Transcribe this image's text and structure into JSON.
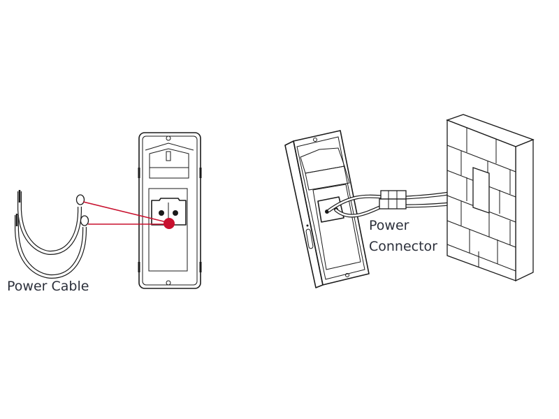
{
  "labels": {
    "power_cable": "Power Cable",
    "power_connector_line1": "Power",
    "power_connector_line2": "Connector"
  },
  "colors": {
    "highlight": "#c8102e",
    "line": "#1a1a1a",
    "text": "#2b2f3a"
  }
}
